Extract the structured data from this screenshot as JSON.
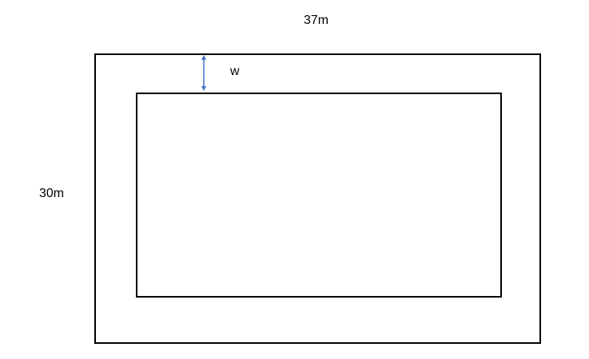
{
  "labels": {
    "outer_width": "37m",
    "outer_height": "30m",
    "path_width": "w"
  },
  "colors": {
    "outline": "#000000",
    "arrow": "#4472C4"
  },
  "icons": {
    "width_arrow": "double-headed-vertical-arrow"
  }
}
